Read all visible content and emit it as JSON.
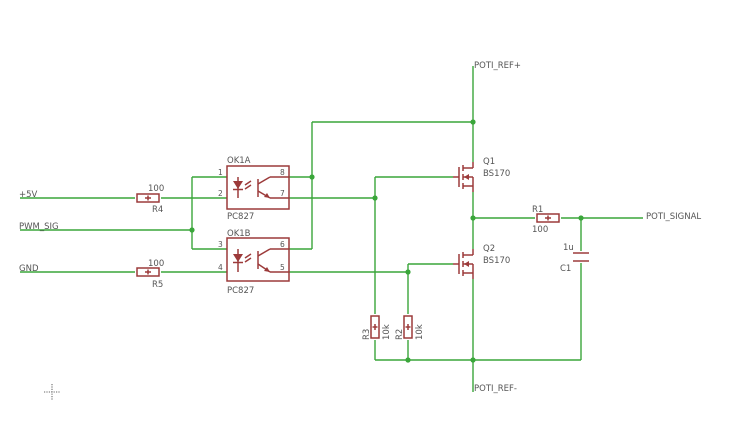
{
  "nets": {
    "poti_ref_plus": "POTI_REF+",
    "poti_ref_minus": "POTI_REF-",
    "poti_signal": "POTI_SIGNAL",
    "plus5v": "+5V",
    "pwm_sig": "PWM_SIG",
    "gnd": "GND"
  },
  "parts": {
    "r4": {
      "name": "R4",
      "value": "100"
    },
    "r5": {
      "name": "R5",
      "value": "100"
    },
    "r1": {
      "name": "R1",
      "value": "100"
    },
    "r2": {
      "name": "R2",
      "value": "10k"
    },
    "r3": {
      "name": "R3",
      "value": "10k"
    },
    "c1": {
      "name": "C1",
      "value": "1u"
    },
    "q1": {
      "name": "Q1",
      "value": "BS170"
    },
    "q2": {
      "name": "Q2",
      "value": "BS170"
    },
    "ok1a": {
      "name": "OK1A",
      "value": "PC827",
      "pins": [
        "1",
        "2",
        "8",
        "7"
      ]
    },
    "ok1b": {
      "name": "OK1B",
      "value": "PC827",
      "pins": [
        "3",
        "4",
        "6",
        "5"
      ]
    }
  },
  "colors": {
    "wire": "#3aa63a",
    "part": "#9c3a3a",
    "text": "#555555"
  }
}
